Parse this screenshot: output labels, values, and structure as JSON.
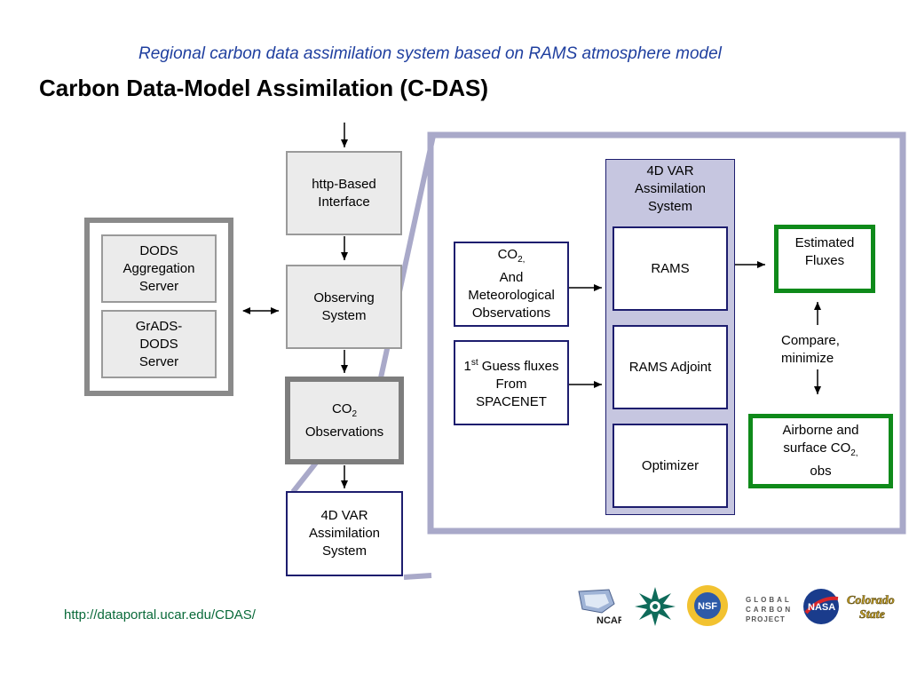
{
  "header": {
    "subtitle": "Regional carbon data assimilation system based on RAMS atmosphere model",
    "title": "Carbon Data-Model Assimilation (C-DAS)"
  },
  "left_panel": {
    "dods_server": "DODS\nAggregation\nServer",
    "grads_server": "GrADS-\nDODS\nServer"
  },
  "center_column": {
    "http_interface": "http-Based\nInterface",
    "observing_system": "Observing\nSystem",
    "co2_observations": {
      "co": "CO",
      "sub": "2",
      "rest": "Observations"
    },
    "var_system": "4D VAR\nAssimilation\nSystem"
  },
  "detail": {
    "inputs": {
      "co2_met": {
        "co": "CO",
        "sub": "2,",
        "rest": "And\nMeteorological\nObservations"
      },
      "guess": {
        "one": "1",
        "sup": "st",
        "rest1": " Guess fluxes",
        "rest2": "From\nSPACENET"
      }
    },
    "var_container_title": "4D VAR\nAssimilation\nSystem",
    "rams": "RAMS",
    "rams_adjoint": "RAMS Adjoint",
    "optimizer": "Optimizer",
    "estimated_fluxes": "Estimated\nFluxes",
    "compare_label": "Compare,\nminimize",
    "airborne": {
      "line1": "Airborne and",
      "line2pre": "surface CO",
      "sub": "2,",
      "line3": "obs"
    }
  },
  "footer": {
    "url": "http://dataportal.ucar.edu/CDAS/",
    "logos": [
      {
        "name": "ncar-logo",
        "text": "NCAR"
      },
      {
        "name": "starburst-logo",
        "text": ""
      },
      {
        "name": "nsf-logo",
        "text": "NSF"
      },
      {
        "name": "global-carbon-project-logo",
        "text": "GLOBAL\nCARBON\nPROJECT"
      },
      {
        "name": "nasa-logo",
        "text": "NASA"
      },
      {
        "name": "colorado-state-logo",
        "text": "Colorado\nState"
      }
    ]
  },
  "colors": {
    "subtitle": "#1f3f9f",
    "lavender_frame": "#a9a9c9",
    "container_fill": "#c6c6e0",
    "green_border": "#0f8a1a",
    "navy_border": "#1d1d6e",
    "gray_fill": "#ebebeb",
    "url": "#0a6a3a"
  }
}
